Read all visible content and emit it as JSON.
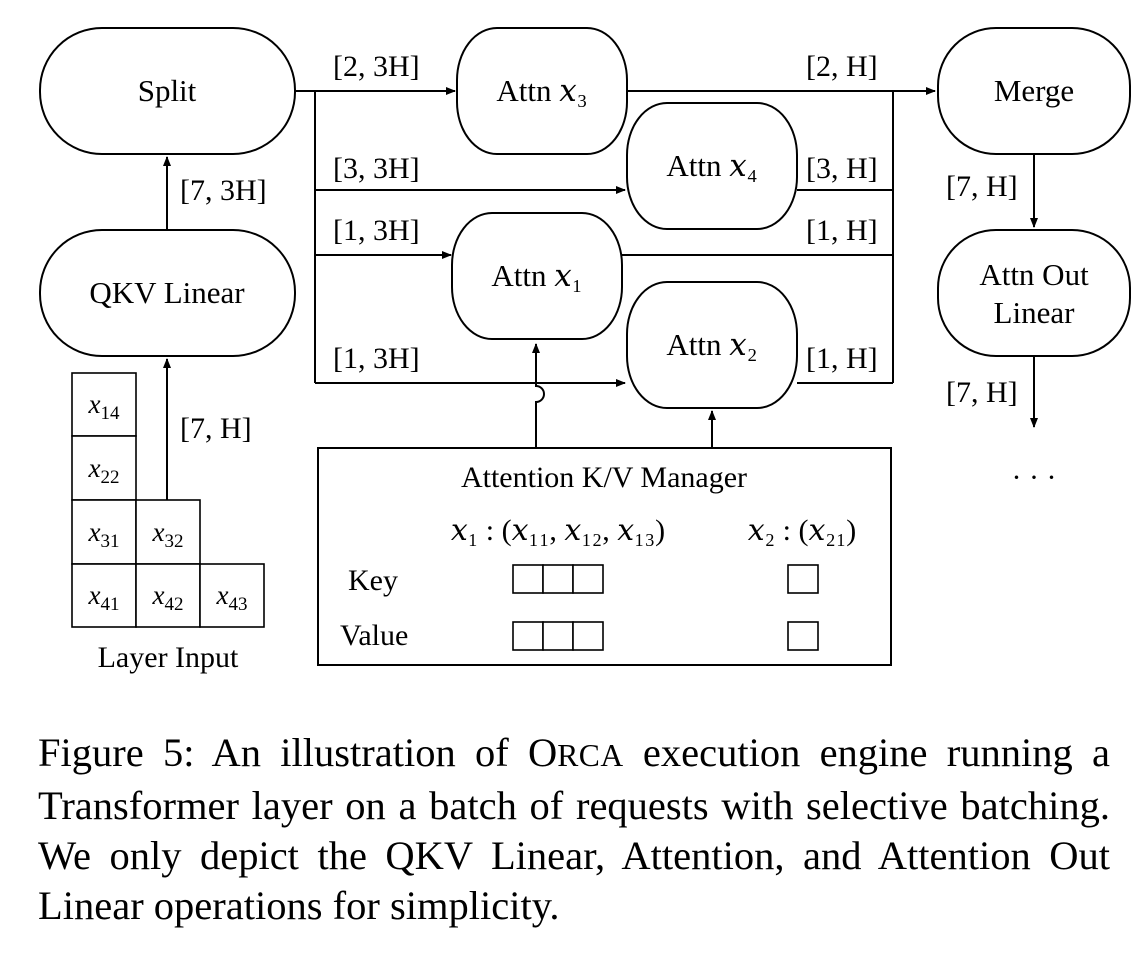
{
  "nodes": {
    "split": "Split",
    "qkv_linear": "QKV Linear",
    "attn_x3": "Attn 𝑥₃",
    "attn_x4": "Attn 𝑥₄",
    "attn_x1": "Attn 𝑥₁",
    "attn_x2": "Attn 𝑥₂",
    "merge": "Merge",
    "attn_out_linear_line1": "Attn Out",
    "attn_out_linear_line2": "Linear"
  },
  "edge_labels": {
    "qkv_to_split": "[7, 3H]",
    "input_to_qkv": "[7, H]",
    "split_to_x3": "[2, 3H]",
    "split_to_x4": "[3, 3H]",
    "split_to_x1": "[1, 3H]",
    "split_to_x2": "[1, 3H]",
    "x3_to_merge": "[2, H]",
    "x4_to_merge": "[3, H]",
    "x1_to_merge": "[1, H]",
    "x2_to_merge": "[1, H]",
    "merge_to_out": "[7, H]",
    "out_to_next": "[7, H]"
  },
  "continuation": "· · ·",
  "layer_input": {
    "label": "Layer Input",
    "tokens": [
      {
        "base": "x",
        "sub": "14"
      },
      {
        "base": "x",
        "sub": "22"
      },
      {
        "base": "x",
        "sub": "31"
      },
      {
        "base": "x",
        "sub": "32"
      },
      {
        "base": "x",
        "sub": "41"
      },
      {
        "base": "x",
        "sub": "42"
      },
      {
        "base": "x",
        "sub": "43"
      }
    ]
  },
  "kv_manager": {
    "title": "Attention K/V Manager",
    "request1": "𝑥₁ : (𝑥₁₁, 𝑥₁₂, 𝑥₁₃)",
    "request2": "𝑥₂ : (𝑥₂₁)",
    "row_key": "Key",
    "row_value": "Value"
  },
  "caption": {
    "prefix": "Figure 5: An illustration of ",
    "system_initial": "O",
    "system_rest": "RCA",
    "suffix": " execution engine running a Transformer layer on a batch of requests with selective batching. We only depict the QKV Linear, Attention, and Attention Out Linear operations for simplicity."
  }
}
